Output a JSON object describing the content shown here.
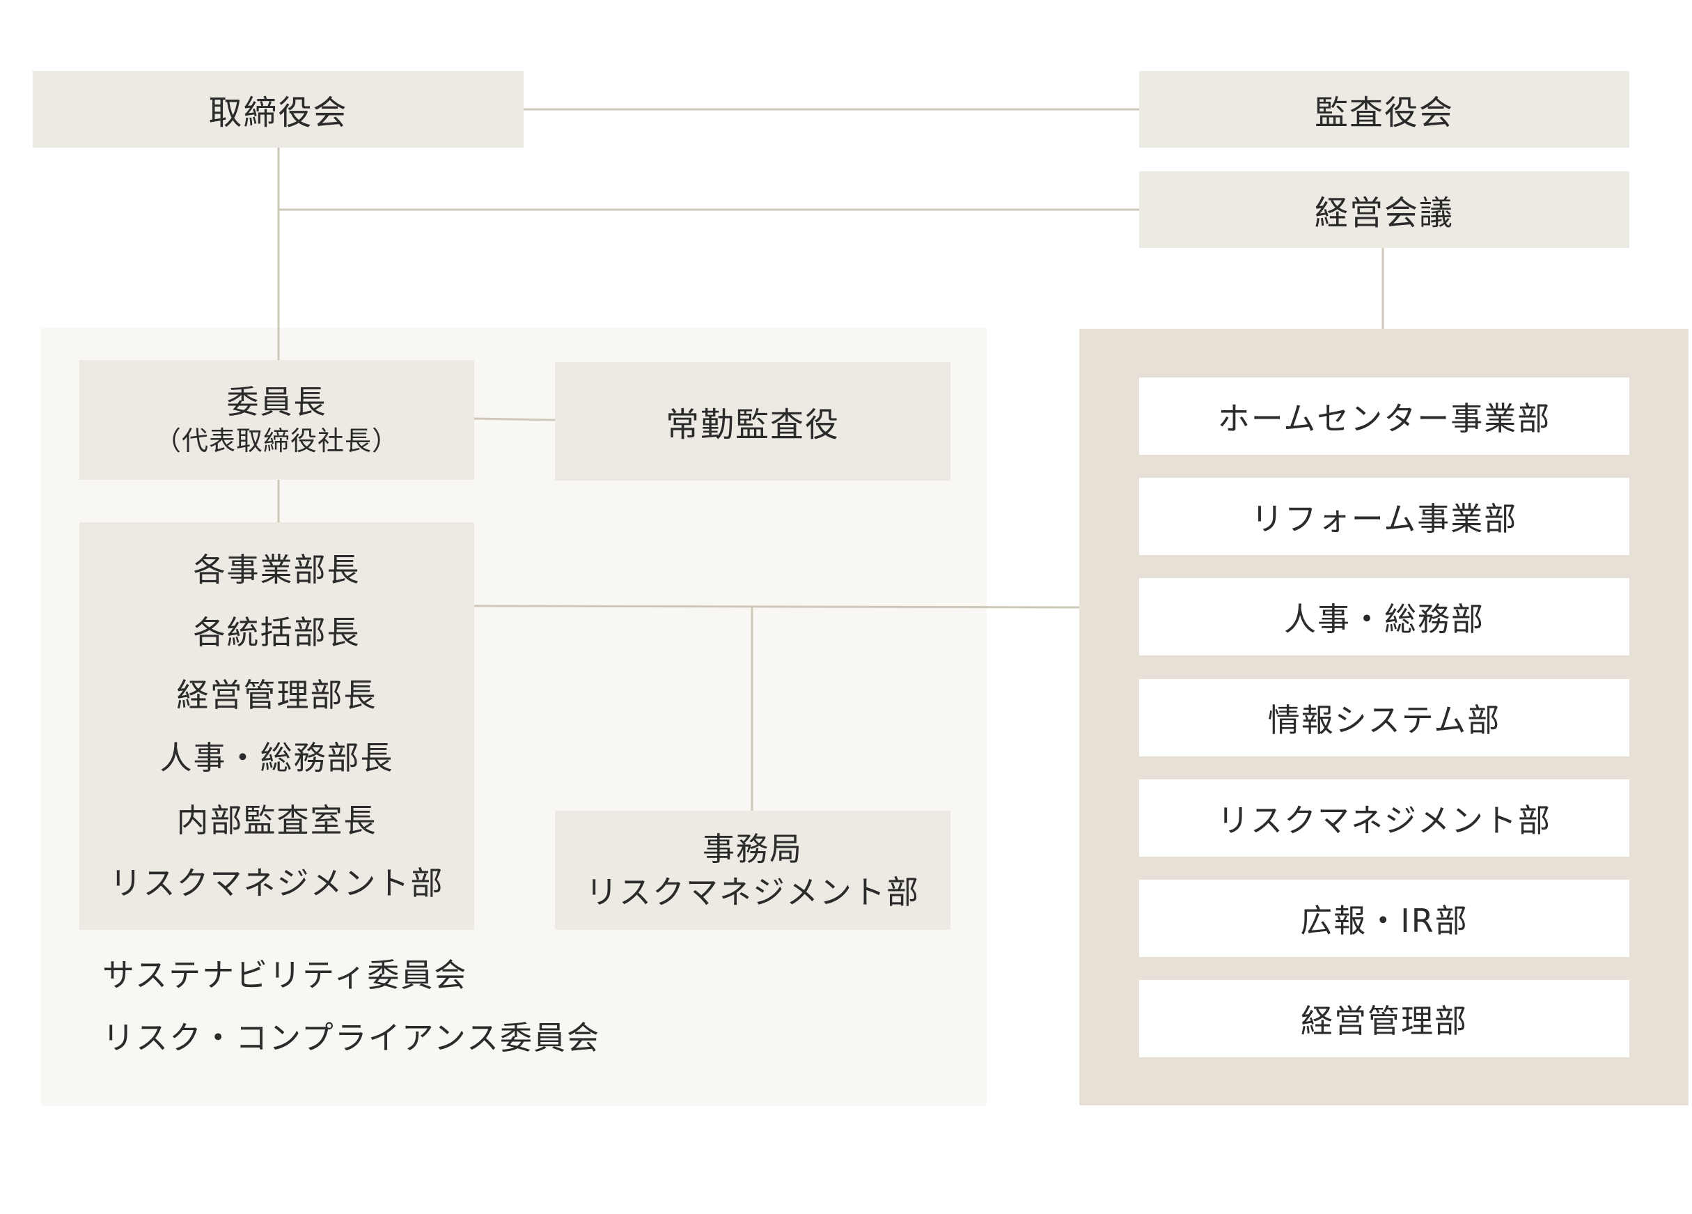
{
  "top": {
    "board": "取締役会",
    "audit_board": "監査役会",
    "mgmt_meeting": "経営会議"
  },
  "committee": {
    "chair_title": "委員長",
    "chair_note": "（代表取締役社長）",
    "auditor": "常勤監査役",
    "members": [
      "各事業部長",
      "各統括部長",
      "経営管理部長",
      "人事・総務部長",
      "内部監査室長",
      "リスクマネジメント部"
    ],
    "secretariat": [
      "事務局",
      "リスクマネジメント部"
    ],
    "committees": [
      "サステナビリティ委員会",
      "リスク・コンプライアンス委員会"
    ]
  },
  "departments": [
    "ホームセンター事業部",
    "リフォーム事業部",
    "人事・総務部",
    "情報システム部",
    "リスクマネジメント部",
    "広報・IR部",
    "経営管理部"
  ],
  "colors": {
    "box": "#edeae3",
    "committee_area": "#f8f7f3",
    "dept_panel": "#e6e0d6",
    "line": "#cfc8ba"
  }
}
